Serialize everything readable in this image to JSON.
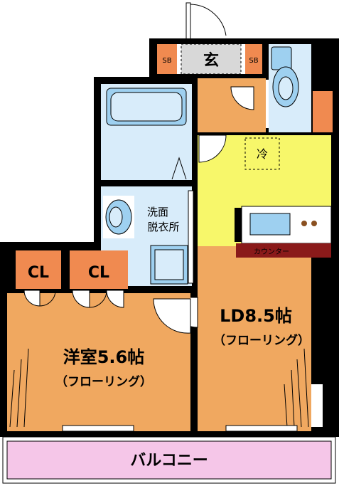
{
  "rooms": {
    "entrance": "玄",
    "shoe_box_left": "SB",
    "shoe_box_right": "SB",
    "fridge": "冷",
    "washroom_line1": "洗面",
    "washroom_line2": "脱衣所",
    "counter": "カウンター",
    "closet_left": "CL",
    "closet_right": "CL",
    "ld_name": "LD8.5帖",
    "ld_floor": "（フローリング）",
    "western_name": "洋室5.6帖",
    "western_floor": "（フローリング）",
    "balcony": "バルコニー"
  },
  "colors": {
    "wall": "#000000",
    "room_orange": "#F0A860",
    "kitchen_yellow": "#F7F76A",
    "wet_area_blue": "#D8ECFA",
    "fixture_blue": "#9ED0F0",
    "closet_orange": "#F08A50",
    "counter_red": "#8A1A1A",
    "balcony_pink": "#F5C6E8",
    "entrance_gray": "#D8D8D8"
  }
}
